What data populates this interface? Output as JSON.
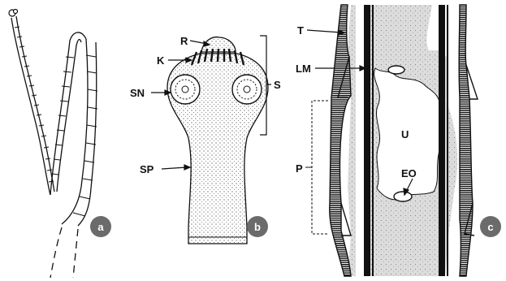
{
  "figure": {
    "panels": [
      {
        "id": "a",
        "badge": "a",
        "labels": []
      },
      {
        "id": "b",
        "badge": "b",
        "labels": [
          "R",
          "K",
          "SN",
          "S",
          "SP"
        ]
      },
      {
        "id": "c",
        "badge": "c",
        "labels": [
          "T",
          "LM",
          "U",
          "EO",
          "P"
        ]
      }
    ]
  },
  "colors": {
    "ink": "#111111",
    "badge": "#6b6b6b",
    "stipple": "#d9d9d9",
    "background": "#ffffff"
  }
}
